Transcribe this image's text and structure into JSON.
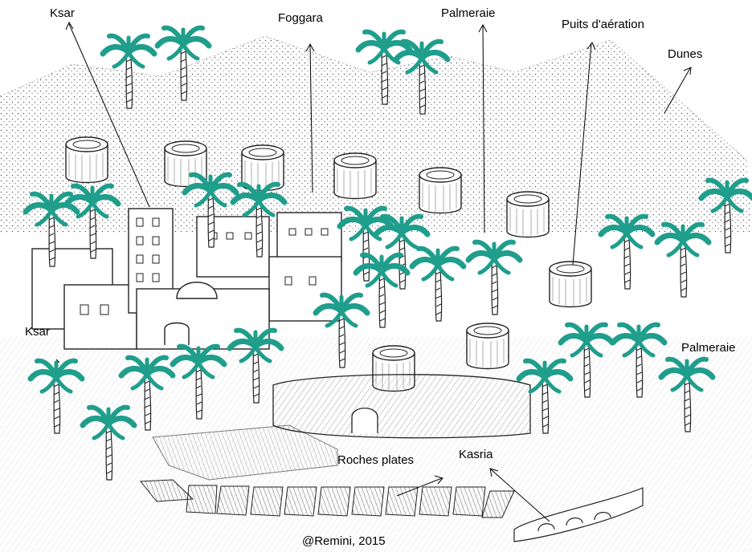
{
  "labels": {
    "ksar_top": "Ksar",
    "foggara": "Foggara",
    "palmeraie_top": "Palmeraie",
    "puits": "Puits d'aération",
    "dunes": "Dunes",
    "ksar_left": "Ksar",
    "palmeraie_right": "Palmeraie",
    "roches": "Roches plates",
    "kasria": "Kasria",
    "credit": "@Remini, 2015"
  },
  "colors": {
    "ink": "#1a1a1a",
    "palm_leaf": "#1f9e8c",
    "stipple": "#555555"
  }
}
